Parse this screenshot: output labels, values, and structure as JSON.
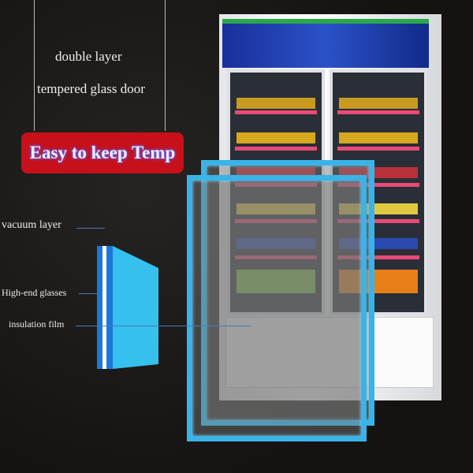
{
  "headline": {
    "line1": "double layer",
    "line2": "tempered glass door"
  },
  "badge": {
    "label": "Easy to keep Temp",
    "color": "#c8101a"
  },
  "labels": {
    "vacuum": "vacuum layer",
    "glasses": "High-end glasses",
    "film": "insulation film"
  },
  "colors": {
    "glass": "#3ab4e8",
    "background": "#161514"
  }
}
